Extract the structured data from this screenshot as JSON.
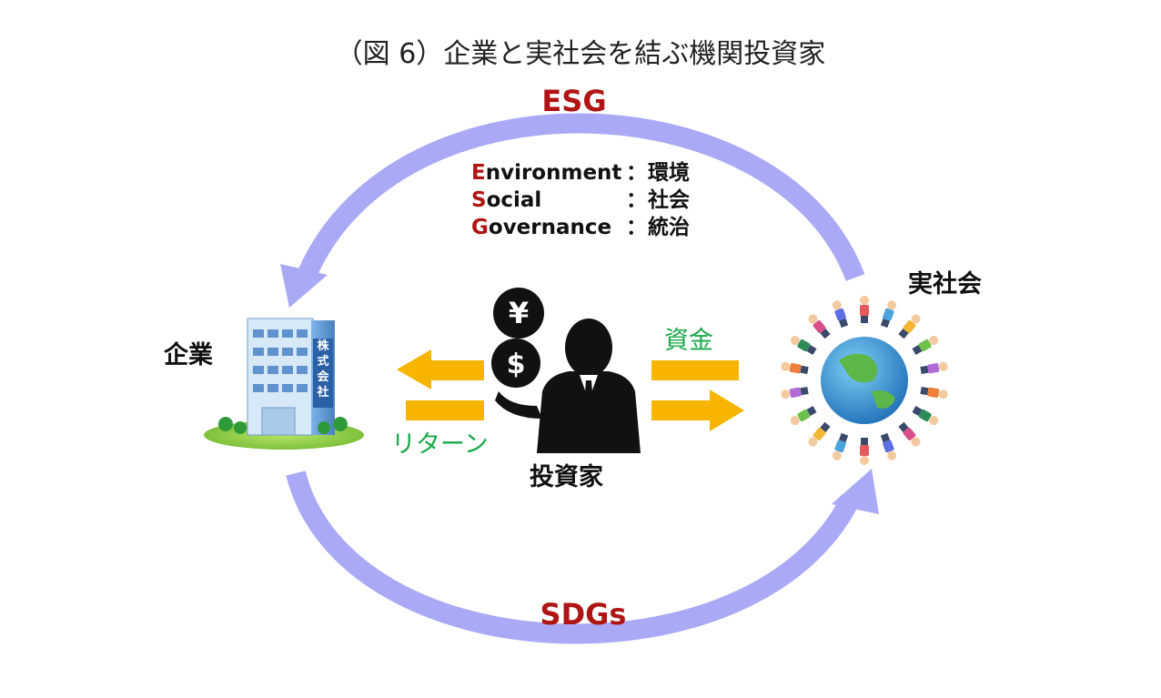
{
  "title": "（図 6）企業と実社会を結ぶ機関投資家",
  "cycle": {
    "top_label": "ESG",
    "bottom_label": "SDGs",
    "arrow_color": "#a9a9f5",
    "label_color": "#b01515"
  },
  "esg_definitions": [
    {
      "initial": "E",
      "rest": "nvironment",
      "sep": "：",
      "meaning": "環境"
    },
    {
      "initial": "S",
      "rest": "ocial",
      "sep": "：",
      "meaning": "社会"
    },
    {
      "initial": "G",
      "rest": "overnance",
      "sep": "：",
      "meaning": "統治"
    }
  ],
  "nodes": {
    "company": {
      "label": "企業",
      "sign": "株式会社",
      "icon": "office-building-icon"
    },
    "investor": {
      "label": "投資家",
      "icon": "businessman-icon"
    },
    "society": {
      "label": "実社会",
      "icon": "globe-with-people-icon"
    }
  },
  "flows": {
    "funds": {
      "label": "資金",
      "color": "#1aa84a"
    },
    "return": {
      "label": "リターン",
      "color": "#1aa84a"
    },
    "arrow_color": "#f7b500"
  },
  "currency_icons": [
    {
      "symbol": "¥",
      "name": "yen-coin-icon"
    },
    {
      "symbol": "$",
      "name": "dollar-coin-icon"
    }
  ]
}
